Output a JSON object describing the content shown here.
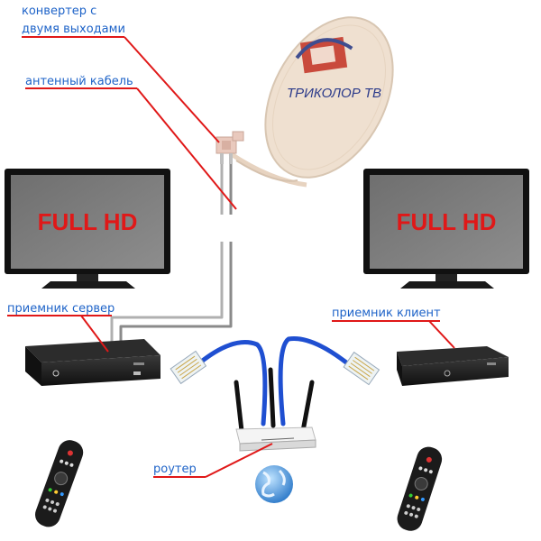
{
  "labels": {
    "lnb": "конвертер с двумя выходами",
    "lnb_line1": "конвертер с",
    "lnb_line2": "двумя выходами",
    "cable": "антенный кабель",
    "server": "приемник сервер",
    "client": "приемник клиент",
    "router": "роутер"
  },
  "tv": {
    "left_text": "FULL HD",
    "right_text": "FULL HD"
  },
  "dish": {
    "brand": "ТРИКОЛОР ТВ"
  },
  "colors": {
    "label_text": "#1e63c8",
    "pointer_line": "#e01818",
    "tv_text": "#e01818",
    "screen": "#7a7a7a",
    "network_cable": "#1f4fd1",
    "coax_cable": "#9a9a9a",
    "dish": "#efe0d0"
  },
  "icons": [
    "satellite-dish-icon",
    "lnb-converter-icon",
    "tv-monitor-icon",
    "set-top-box-icon",
    "rj45-connector-icon",
    "wifi-router-icon",
    "globe-icon",
    "remote-control-icon"
  ]
}
